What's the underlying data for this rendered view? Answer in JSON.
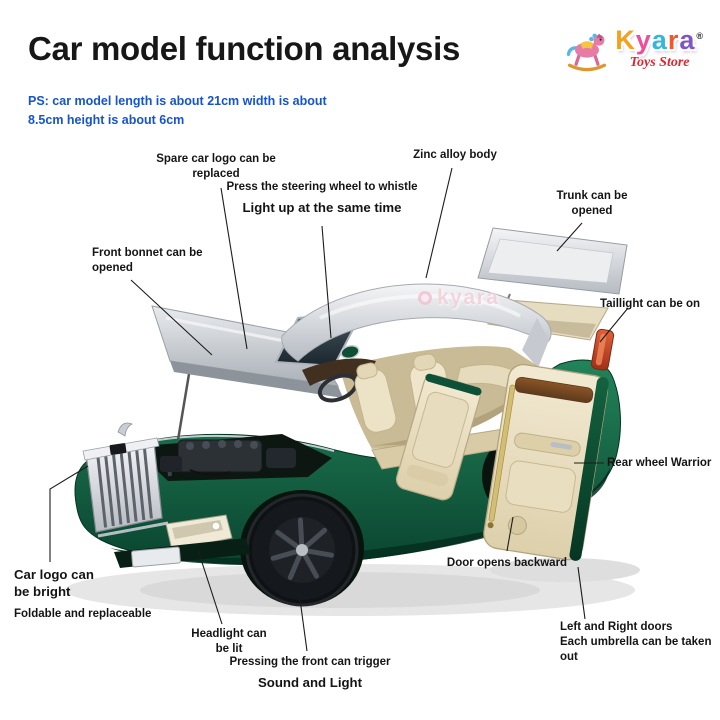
{
  "header": {
    "title": "Car model function analysis",
    "ps_line1": "PS: car model length is about 21cm width is about",
    "ps_line2": "8.5cm height is about 6cm"
  },
  "brand": {
    "letters": [
      {
        "char": "K",
        "color": "#f5a01f"
      },
      {
        "char": "y",
        "color": "#ee4f9b"
      },
      {
        "char": "a",
        "color": "#35b4dc"
      },
      {
        "char": "r",
        "color": "#f0582a"
      },
      {
        "char": "a",
        "color": "#7e57c5"
      }
    ],
    "registered": "®",
    "tagline": "Toys Store"
  },
  "watermark": "kyara",
  "callouts": {
    "zinc": {
      "text": "Zinc alloy body"
    },
    "spare": {
      "line1": "Spare car logo can be",
      "line2": "replaced"
    },
    "steering": {
      "text": "Press the steering wheel to whistle",
      "bold": "Light up at the same time"
    },
    "trunk": {
      "line1": "Trunk can be",
      "line2": "opened"
    },
    "bonnet": {
      "line1": "Front bonnet can be",
      "line2": "opened"
    },
    "taillight": {
      "text": "Taillight can be on"
    },
    "rear_wheel": {
      "text": "Rear wheel Warrior"
    },
    "door": {
      "text": "Door opens backward"
    },
    "logo": {
      "bold1": "Car logo can",
      "bold2": "be bright",
      "text": "Foldable and replaceable"
    },
    "headlight": {
      "line1": "Headlight can",
      "line2": "be lit"
    },
    "front_press": {
      "text": "Pressing the front can trigger",
      "bold": "Sound and Light"
    },
    "umbrella": {
      "line1": "Left and Right doors",
      "line2": "Each umbrella can be taken",
      "line3": "out"
    }
  },
  "colors": {
    "accent_blue": "#1553cf",
    "brand_red": "#e02531",
    "car_body_green": "#0b4a33",
    "roof_silver": "#c9ccd1",
    "interior_cream": "#e9dfc2"
  }
}
